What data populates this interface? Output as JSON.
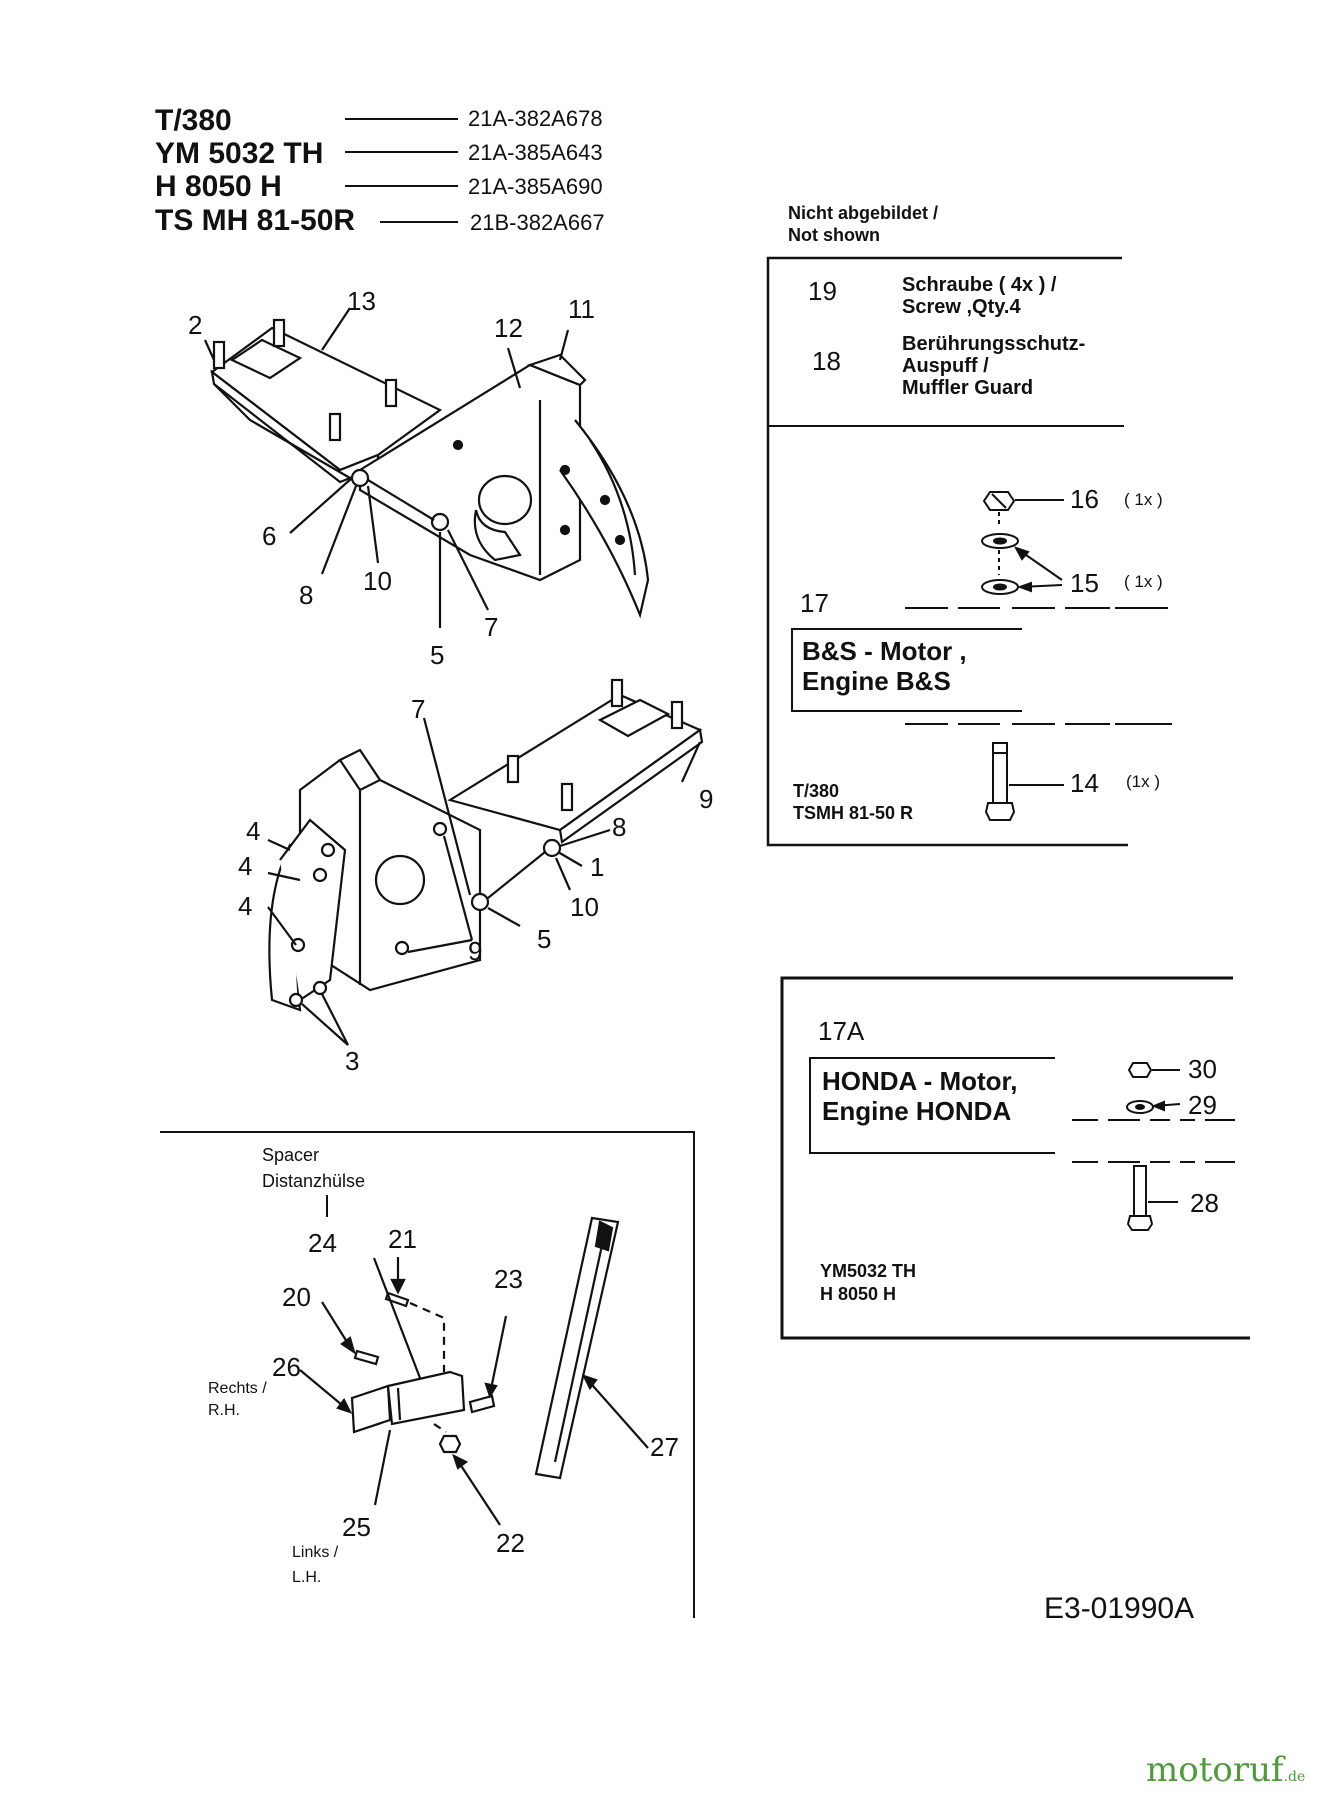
{
  "header": {
    "models": [
      {
        "name": "T/380",
        "part": "21A-382A678"
      },
      {
        "name": "YM 5032 TH",
        "part": "21A-385A643"
      },
      {
        "name": "H 8050 H",
        "part": "21A-385A690"
      },
      {
        "name": "TS MH 81-50R",
        "part": "21B-382A667"
      }
    ]
  },
  "not_shown": {
    "title": "Nicht abgebildet /\nNot shown",
    "items": [
      {
        "num": "19",
        "desc": "Schraube ( 4x ) /\nScrew ,Qty.4"
      },
      {
        "num": "18",
        "desc": "Berührungsschutz-\nAuspuff /\nMuffler Guard"
      }
    ]
  },
  "bs_box": {
    "number": "17",
    "engine_label": "B&S - Motor ,\nEngine B&S",
    "models": "T/380\nTSMH 81-50 R",
    "parts": [
      {
        "num": "16",
        "qty": "( 1x )"
      },
      {
        "num": "15",
        "qty": "( 1x )"
      },
      {
        "num": "14",
        "qty": "(1x )"
      }
    ]
  },
  "honda_box": {
    "number": "17A",
    "engine_label": "HONDA - Motor,\nEngine HONDA",
    "models": "YM5032 TH\nH 8050 H",
    "parts": [
      "30",
      "29",
      "28"
    ]
  },
  "upper_callouts": [
    "2",
    "13",
    "12",
    "11",
    "6",
    "8",
    "10",
    "5",
    "7"
  ],
  "lower_callouts": [
    "7",
    "9",
    "4",
    "4",
    "4",
    "8",
    "1",
    "10",
    "5",
    "9",
    "3"
  ],
  "spacer_box": {
    "spacer_label": "Spacer\nDistanzhülse",
    "rechts_label": "Rechts /\nR.H.",
    "links_label": "Links /\nL.H.",
    "callouts": [
      "24",
      "21",
      "20",
      "23",
      "26",
      "27",
      "25",
      "22"
    ]
  },
  "drawing_code": "E3-01990A",
  "brand": {
    "name": "motoruf",
    "tld": ".de"
  }
}
